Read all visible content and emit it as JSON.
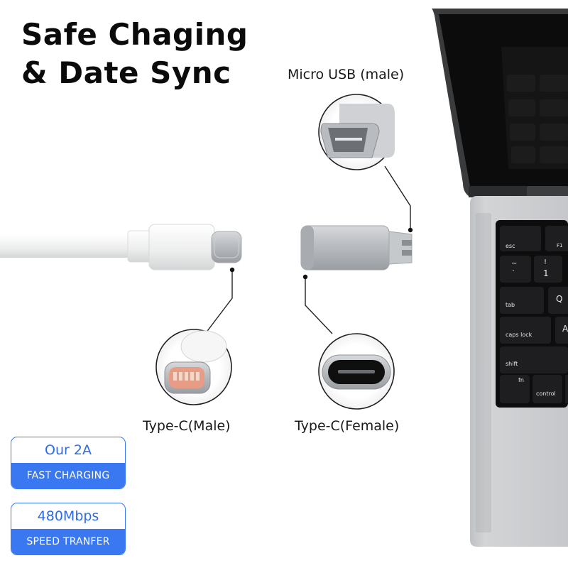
{
  "title": {
    "line1": "Safe Chaging",
    "line2": "& Date Sync"
  },
  "labels": {
    "micro_usb": "Micro USB (male)",
    "type_c_male": "Type-C(Male)",
    "type_c_female": "Type-C(Female)"
  },
  "badges": [
    {
      "top": "Our 2A",
      "bottom": "FAST CHARGING"
    },
    {
      "top": "480Mbps",
      "bottom": "SPEED TRANFER"
    }
  ],
  "keyboard": {
    "keys": [
      "esc",
      "F1",
      "~",
      "`",
      "!",
      "1",
      "tab",
      "Q",
      "caps lock",
      "A",
      "shift",
      "fn",
      "control"
    ]
  },
  "colors": {
    "accent_blue": "#3a78f2",
    "laptop_silver": "#c9cacc",
    "key_black": "#1b1b1d"
  }
}
